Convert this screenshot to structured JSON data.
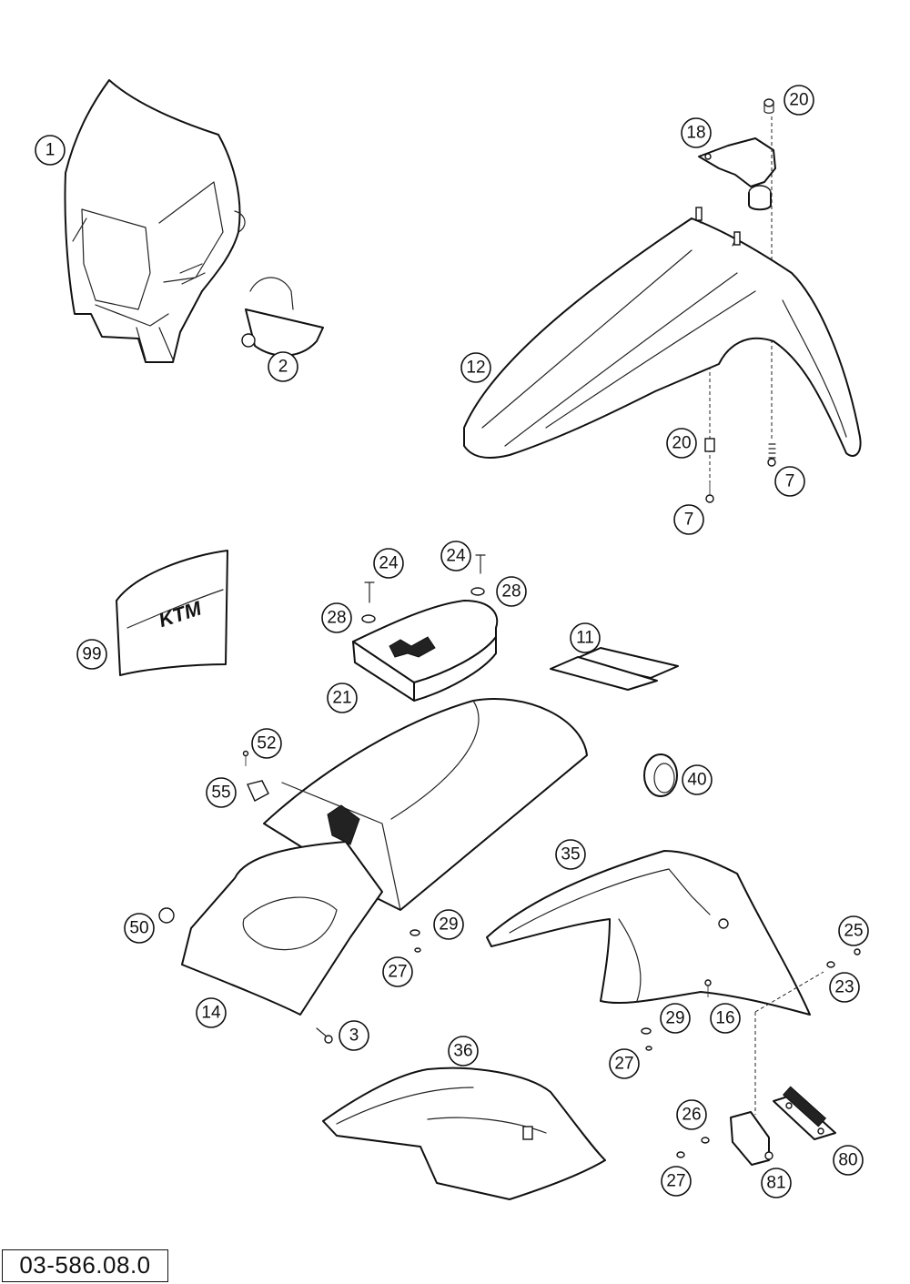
{
  "drawing_number": "03-586.08.0",
  "logo_text": "KTM",
  "callouts": [
    "1",
    "2",
    "12",
    "18",
    "20",
    "20",
    "7",
    "7",
    "24",
    "24",
    "28",
    "28",
    "21",
    "11",
    "99",
    "52",
    "55",
    "40",
    "35",
    "50",
    "29",
    "27",
    "14",
    "3",
    "36",
    "29",
    "27",
    "16",
    "25",
    "23",
    "26",
    "27",
    "80",
    "81"
  ]
}
